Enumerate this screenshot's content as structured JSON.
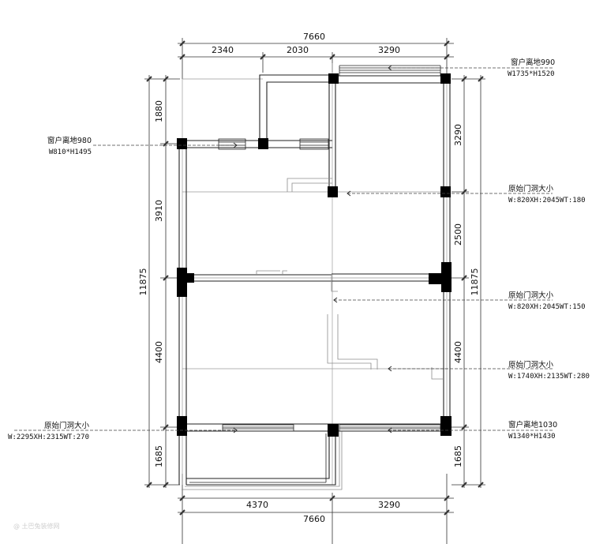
{
  "dimensions": {
    "top_total": "7660",
    "top_segments": [
      "2340",
      "2030",
      "3290"
    ],
    "bottom_total": "7660",
    "bottom_segments": [
      "4370",
      "3290"
    ],
    "left_total": "11875",
    "left_segments": [
      "1880",
      "3910",
      "4400",
      "1685"
    ],
    "right_total": "11875",
    "right_segments": [
      "3290",
      "2500",
      "4400",
      "1685"
    ]
  },
  "annotations": {
    "window_top_right": {
      "line1": "窗户离地990",
      "line2": "W1735*H1520"
    },
    "window_left": {
      "line1": "窗户离地980",
      "line2": "W810*H1495"
    },
    "door_right_1": {
      "line1": "原始门洞大小",
      "line2": "W:820XH:2045WT:180"
    },
    "door_right_2": {
      "line1": "原始门洞大小",
      "line2": "W:820XH:2045WT:150"
    },
    "door_right_3": {
      "line1": "原始门洞大小",
      "line2": "W:1740XH:2135WT:280"
    },
    "door_left_bottom": {
      "line1": "原始门洞大小",
      "line2": "W:2295XH:2315WT:270"
    },
    "window_bottom_right": {
      "line1": "窗户离地1030",
      "line2": "W1340*H1430"
    }
  },
  "watermark": "@ 土巴兔装修网"
}
